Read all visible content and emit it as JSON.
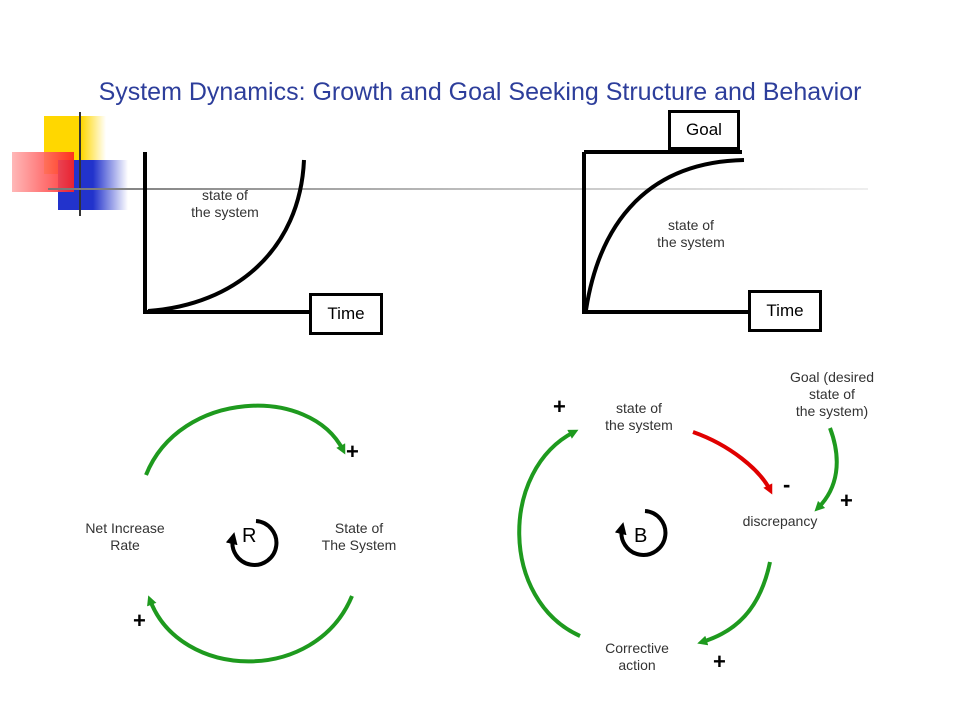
{
  "title": "System Dynamics: Growth and Goal Seeking Structure and Behavior",
  "growth_graph": {
    "curve_label": "state of\nthe system",
    "time_label": "Time"
  },
  "goal_graph": {
    "goal_label": "Goal",
    "curve_label": "state of\nthe system",
    "time_label": "Time"
  },
  "reinforcing_loop": {
    "left_label": "Net Increase\nRate",
    "right_label": "State of\nThe System",
    "center_letter": "R",
    "sign_top": "+",
    "sign_bottom": "+"
  },
  "balancing_loop": {
    "top_label": "state of\nthe system",
    "goal_label": "Goal (desired\nstate of\nthe system)",
    "discrepancy_label": "discrepancy",
    "bottom_label": "Corrective\naction",
    "center_letter": "B",
    "sign_top_left": "+",
    "sign_minus": "-",
    "sign_goal": "+",
    "sign_bottom": "+"
  },
  "colors": {
    "title": "#2d3e9b",
    "positive_link": "#1e9a1e",
    "negative_link": "#e00000"
  }
}
